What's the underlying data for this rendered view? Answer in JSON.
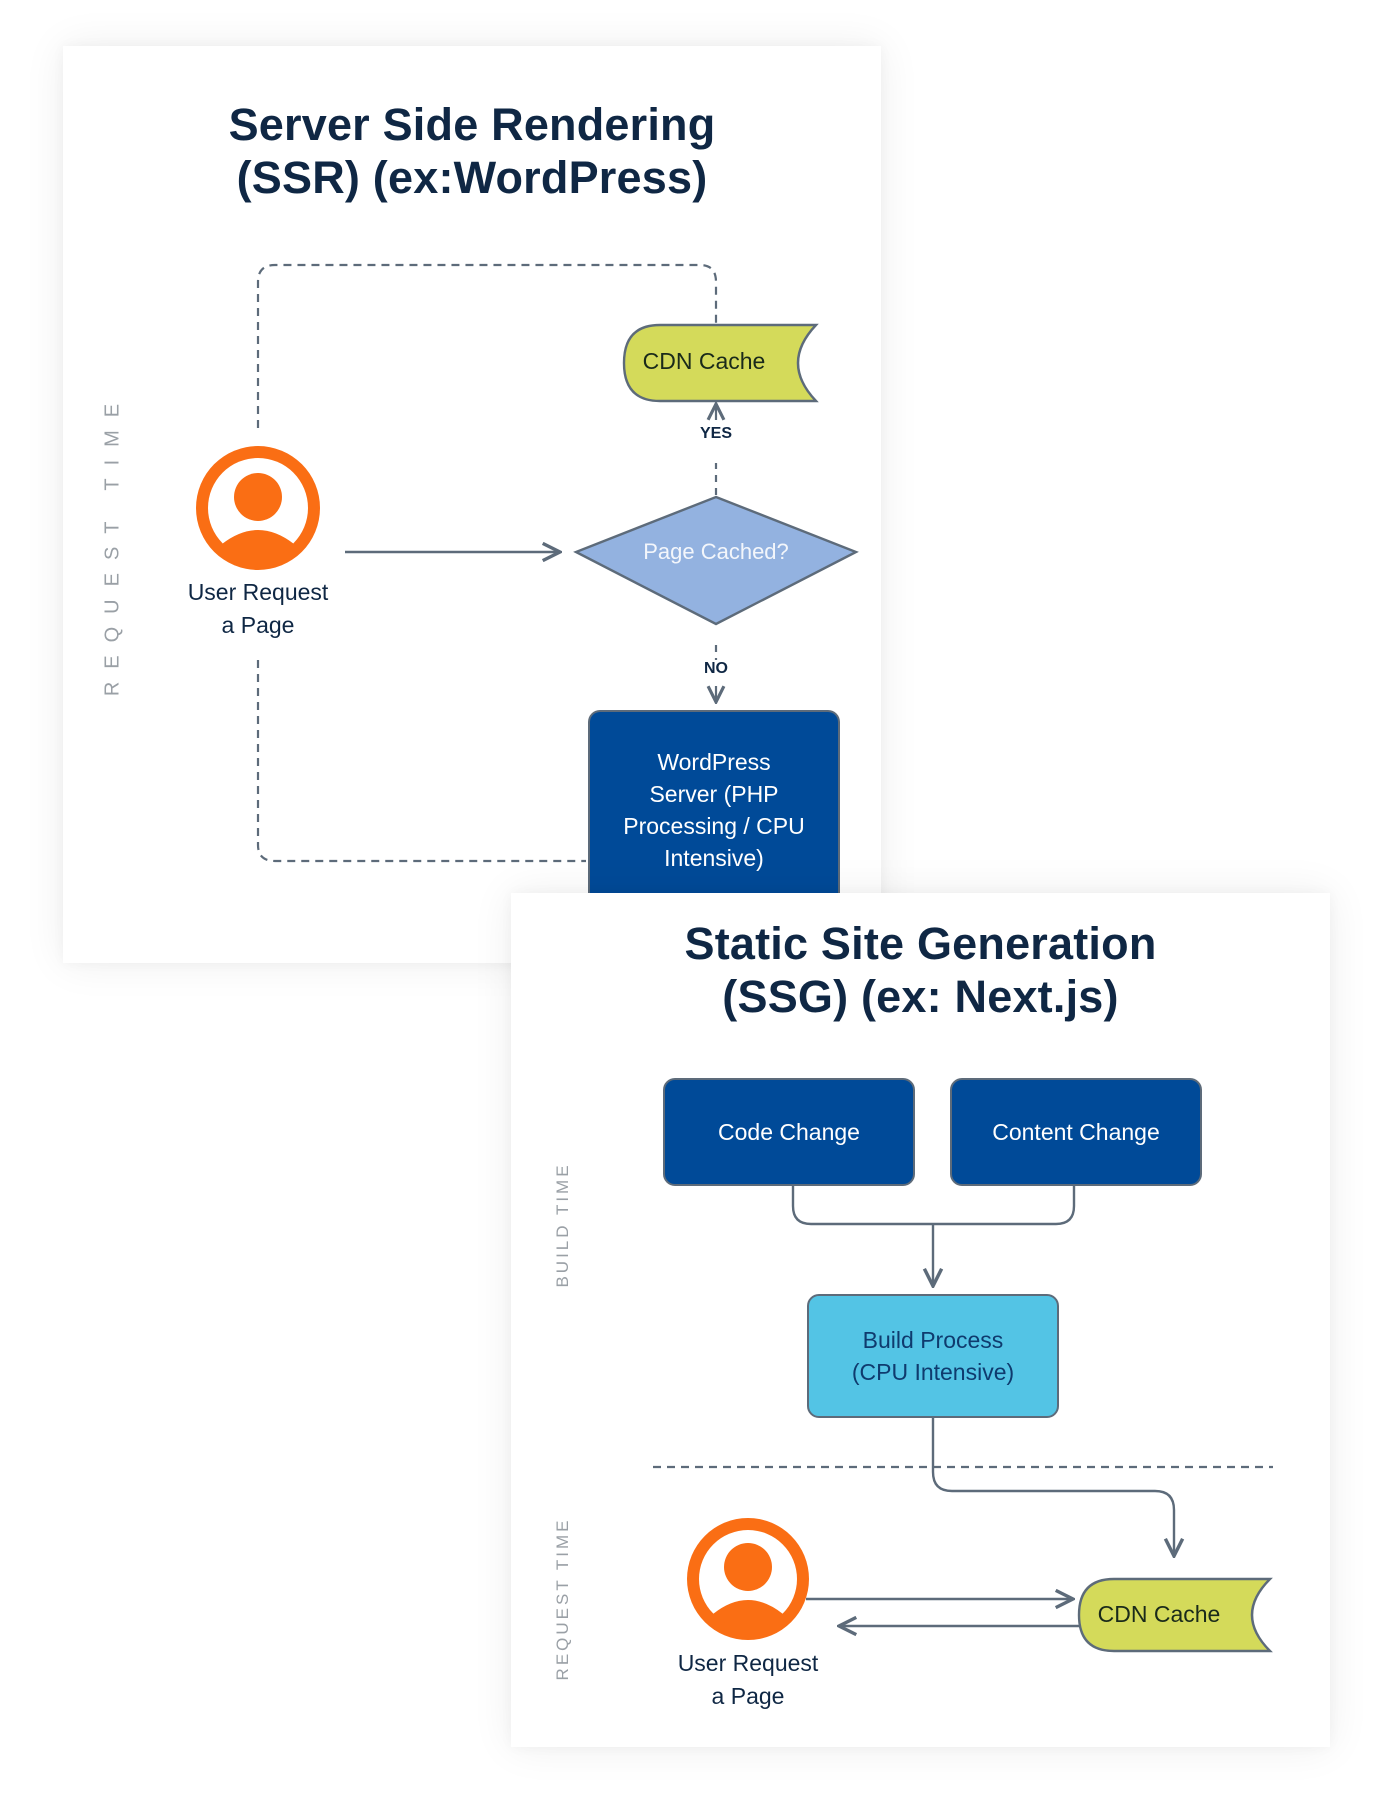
{
  "ssr": {
    "title_line1": "Server Side Rendering",
    "title_line2": "(SSR) (ex:WordPress)",
    "side_label": "REQUEST TIME",
    "user_label_line1": "User Request",
    "user_label_line2": "a Page",
    "cdn_label": "CDN Cache",
    "yes_label": "YES",
    "no_label": "NO",
    "decision_label": "Page Cached?",
    "server_label_lines": [
      "WordPress",
      "Server (PHP",
      "Processing / CPU",
      "Intensive)"
    ]
  },
  "ssg": {
    "title_line1": "Static Site Generation",
    "title_line2": "(SSG) (ex: Next.js)",
    "build_side_label": "BUILD TIME",
    "request_side_label": "REQUEST TIME",
    "code_change_label": "Code Change",
    "content_change_label": "Content Change",
    "build_label_line1": "Build Process",
    "build_label_line2": "(CPU Intensive)",
    "cdn_label": "CDN Cache",
    "user_label_line1": "User Request",
    "user_label_line2": "a Page"
  },
  "colors": {
    "title": "#0f2744",
    "user_icon": "#fa6e14",
    "cdn_fill": "#d4da5a",
    "decision_fill": "#93b2e0",
    "dark_box": "#004a98",
    "light_box": "#53c4e5",
    "connector": "#5d6b7a"
  }
}
